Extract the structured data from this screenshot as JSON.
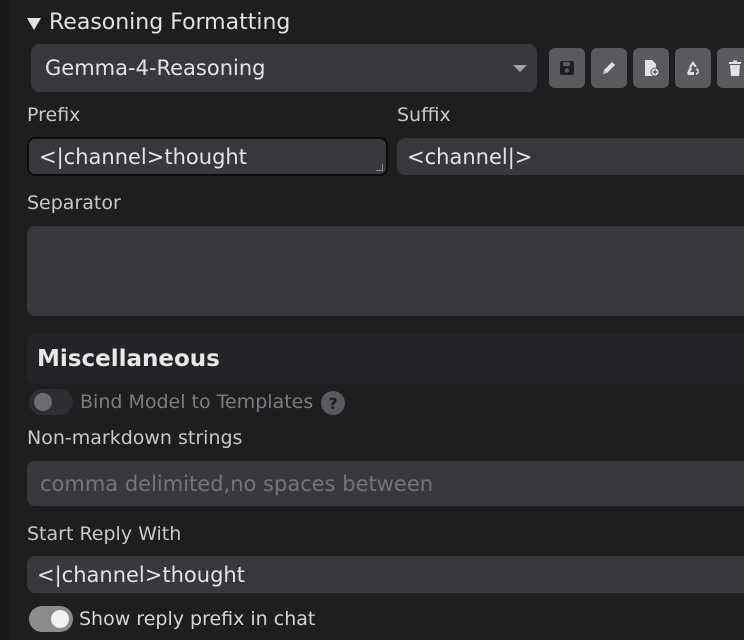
{
  "section": {
    "title": "Reasoning Formatting"
  },
  "preset": {
    "selected": "Gemma-4-Reasoning"
  },
  "toolbar": {
    "buttons": [
      {
        "icon": "save-icon"
      },
      {
        "icon": "pencil-icon"
      },
      {
        "icon": "file-add-icon"
      },
      {
        "icon": "recycle-icon"
      },
      {
        "icon": "trash-icon"
      }
    ]
  },
  "fields": {
    "prefix_label": "Prefix",
    "prefix_value": "<|channel>thought",
    "suffix_label": "Suffix",
    "suffix_value": "<channel|>",
    "separator_label": "Separator",
    "separator_value": ""
  },
  "misc": {
    "title": "Miscellaneous",
    "bind_model_label": "Bind Model to Templates",
    "bind_model_enabled": false,
    "help_glyph": "?",
    "non_markdown_label": "Non-markdown strings",
    "non_markdown_placeholder": "comma delimited,no spaces between",
    "start_reply_label": "Start Reply With",
    "start_reply_value": "<|channel>thought",
    "show_prefix_label": "Show reply prefix in chat",
    "show_prefix_enabled": true
  },
  "colors": {
    "background": "#1d1e20",
    "field": "#37383b",
    "button": "#595a5d",
    "text": "#d6d6d6"
  }
}
